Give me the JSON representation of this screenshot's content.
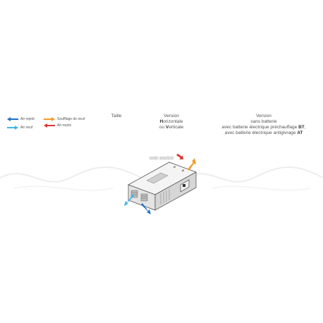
{
  "legend": {
    "items": [
      {
        "label": "Air rejeté",
        "color": "#1f6fc6",
        "icon": "arrow-left-icon"
      },
      {
        "label": "Soufflage de neuf",
        "color": "#f39a2a",
        "icon": "arrow-right-icon"
      },
      {
        "label": "Air neuf",
        "color": "#3fb5e6",
        "icon": "arrow-right-icon"
      },
      {
        "label": "Air repris",
        "color": "#d93535",
        "icon": "arrow-left-icon"
      }
    ]
  },
  "columns": {
    "taille": "Taille",
    "version_hv": {
      "line1": "Version",
      "h_letter": "H",
      "h_rest": "orizontale",
      "ou": "ou ",
      "v_letter": "V",
      "v_rest": "erticale"
    },
    "version_batt": {
      "line1": "Version",
      "line2": "sans batterie",
      "line3_prefix": "avec batterie électrique préchauffage ",
      "line3_code": "BT",
      "line3_suffix": ",",
      "line4_prefix": "avec batterie électrique antigivrage ",
      "line4_code": "AT"
    }
  },
  "watermark": {
    "text": "web market"
  }
}
